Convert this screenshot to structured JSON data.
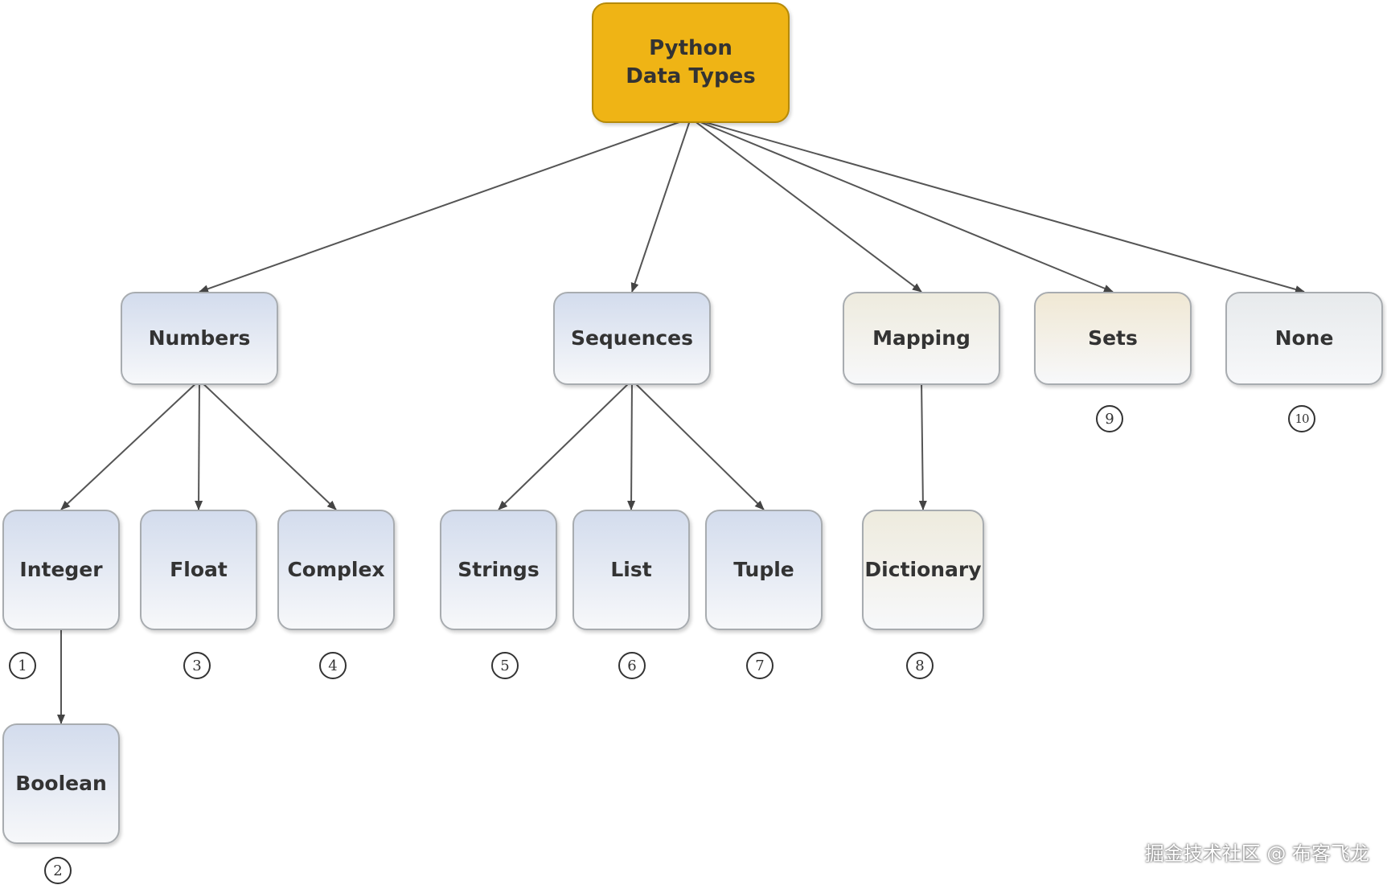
{
  "colors": {
    "root": "#efb415",
    "blue": "#d3dced",
    "beige": "#eeebde",
    "sets": "#f0e8d4",
    "grey": "#e7eaec",
    "edge": "#555555"
  },
  "nodes": {
    "root": "Python\nData Types",
    "numbers": "Numbers",
    "sequences": "Sequences",
    "mapping": "Mapping",
    "sets": "Sets",
    "none": "None",
    "integer": "Integer",
    "float": "Float",
    "complex": "Complex",
    "strings": "Strings",
    "list": "List",
    "tuple": "Tuple",
    "dictionary": "Dictionary",
    "boolean": "Boolean"
  },
  "markers": {
    "integer": "1",
    "boolean": "2",
    "float": "3",
    "complex": "4",
    "strings": "5",
    "list": "6",
    "tuple": "7",
    "dictionary": "8",
    "sets": "9",
    "none": "10"
  },
  "edges": [
    [
      "root",
      "numbers"
    ],
    [
      "root",
      "sequences"
    ],
    [
      "root",
      "mapping"
    ],
    [
      "root",
      "sets"
    ],
    [
      "root",
      "none"
    ],
    [
      "numbers",
      "integer"
    ],
    [
      "numbers",
      "float"
    ],
    [
      "numbers",
      "complex"
    ],
    [
      "sequences",
      "strings"
    ],
    [
      "sequences",
      "list"
    ],
    [
      "sequences",
      "tuple"
    ],
    [
      "mapping",
      "dictionary"
    ],
    [
      "integer",
      "boolean"
    ]
  ],
  "watermark": "掘金技术社区 @ 布客飞龙"
}
